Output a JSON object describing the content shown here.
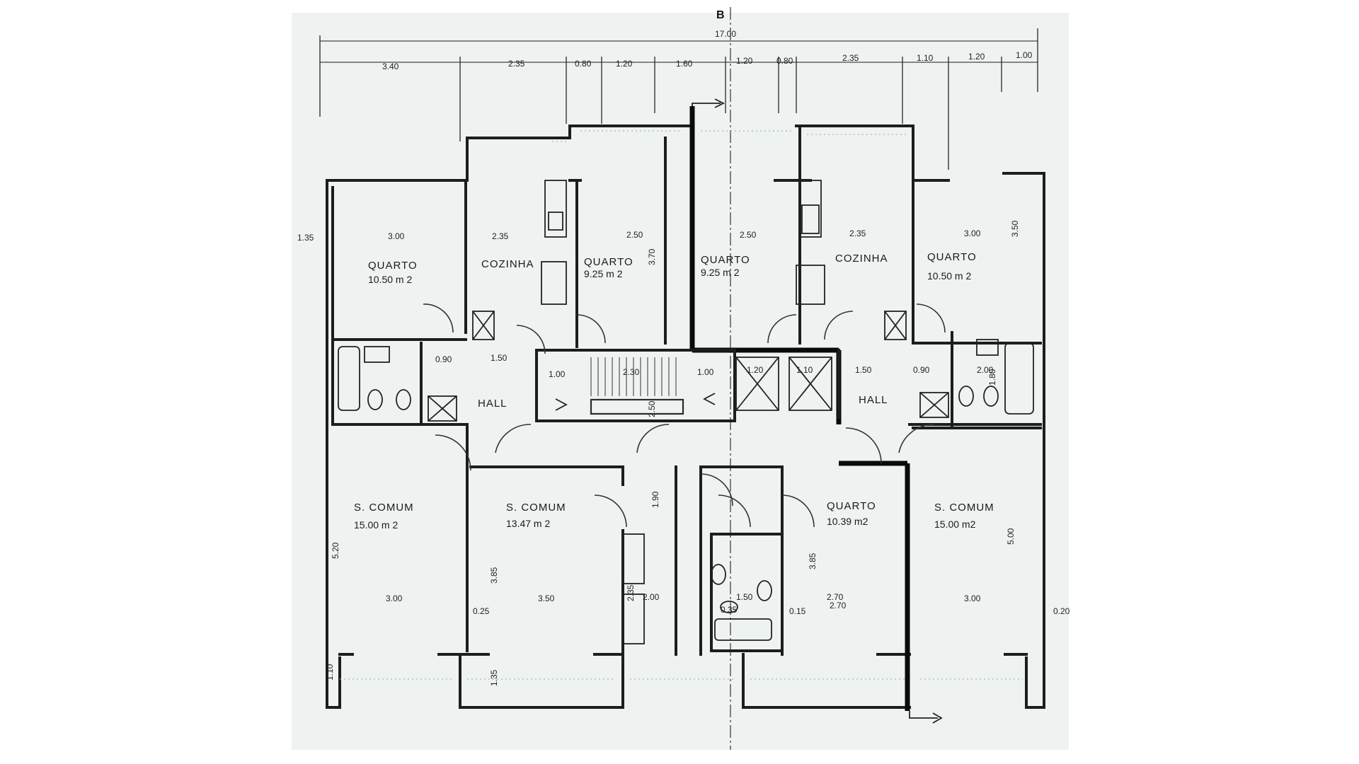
{
  "plan": {
    "section_mark": "B",
    "overall_width": "17.00",
    "top_dimensions": [
      "3.40",
      "2.35",
      "0.80",
      "1.20",
      "1.60",
      "1.20",
      "0.80",
      "2.35",
      "1.10",
      "1.20",
      "1.00"
    ],
    "rooms": [
      {
        "id": "quarto-nw",
        "label": "QUARTO",
        "area": "10.50 m 2"
      },
      {
        "id": "cozinha-w",
        "label": "COZINHA",
        "area": ""
      },
      {
        "id": "quarto-nc-left",
        "label": "QUARTO",
        "area": "9.25 m 2"
      },
      {
        "id": "quarto-nc-right",
        "label": "QUARTO",
        "area": "9.25 m 2"
      },
      {
        "id": "cozinha-e",
        "label": "COZINHA",
        "area": ""
      },
      {
        "id": "quarto-ne",
        "label": "QUARTO",
        "area": "10.50 m 2"
      },
      {
        "id": "hall-w",
        "label": "HALL",
        "area": ""
      },
      {
        "id": "hall-e",
        "label": "HALL",
        "area": ""
      },
      {
        "id": "scomum-sw",
        "label": "S. COMUM",
        "area": "15.00 m 2"
      },
      {
        "id": "scomum-sc",
        "label": "S. COMUM",
        "area": "13.47 m 2"
      },
      {
        "id": "quarto-sc",
        "label": "QUARTO",
        "area": "10.39 m2"
      },
      {
        "id": "scomum-se",
        "label": "S. COMUM",
        "area": "15.00 m2"
      }
    ],
    "interior_dimensions": [
      "3.00",
      "2.35",
      "2.50",
      "2.50",
      "2.35",
      "3.00",
      "3.00",
      "3.50",
      "2.00",
      "1.50",
      "2.70",
      "3.00",
      "0.90",
      "1.50",
      "1.00",
      "2.30",
      "1.00",
      "1.20",
      "1.10",
      "1.50",
      "0.90",
      "2.00",
      "2.50",
      "3.85",
      "3.85",
      "5.20",
      "5.00",
      "3.70",
      "1.90",
      "2.35",
      "1.10",
      "1.35",
      "0.25",
      "0.15",
      "0.20",
      "1.80",
      "1.35",
      "3.50",
      "2.70",
      "0.35"
    ]
  }
}
